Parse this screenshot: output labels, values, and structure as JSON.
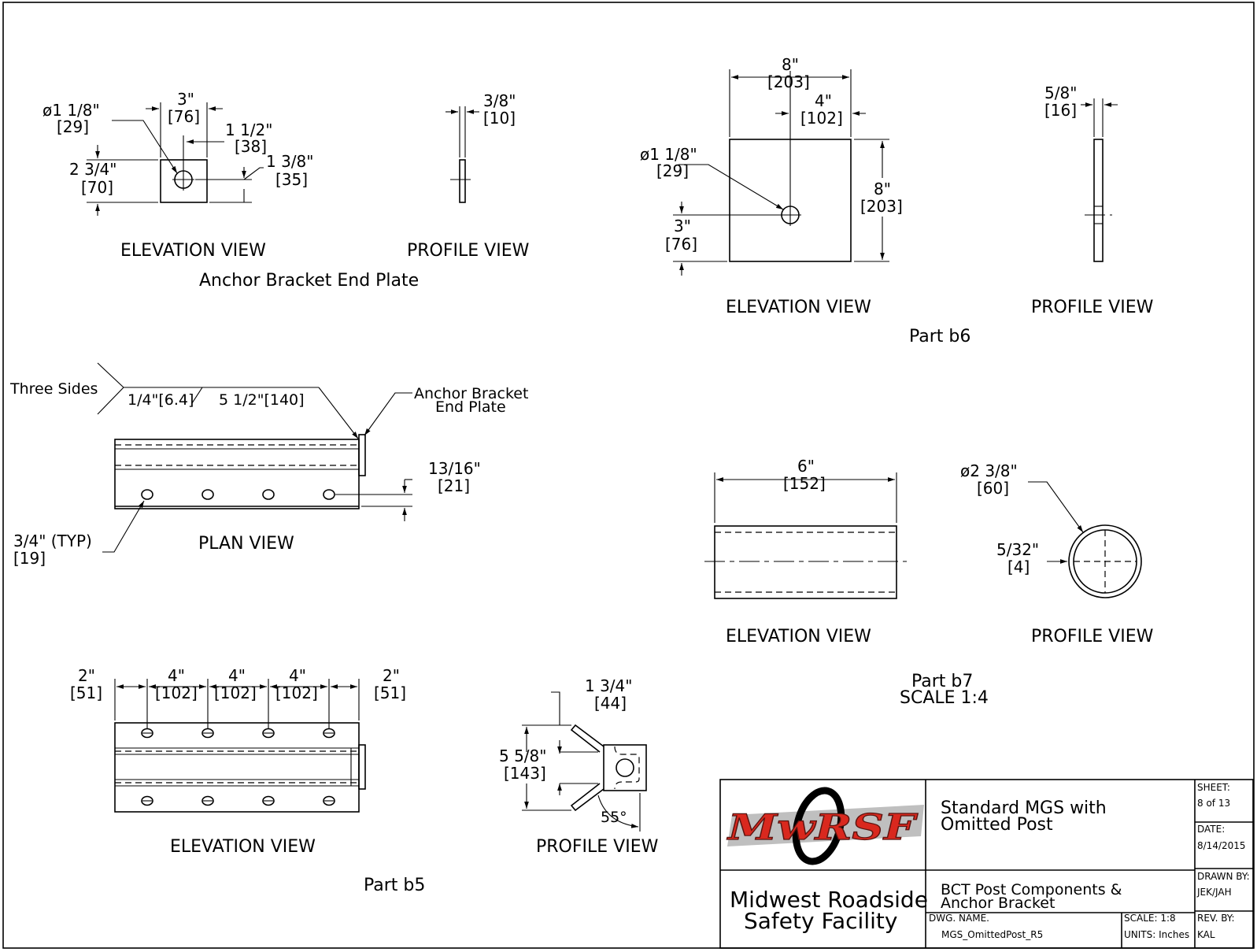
{
  "anchor_plate": {
    "elev_hole_dia": "ø1  1/8\"",
    "elev_hole_dia_mm": "[29]",
    "elev_width": "3\"",
    "elev_width_mm": "[76]",
    "elev_hole_x": "1  1/2\"",
    "elev_hole_x_mm": "[38]",
    "elev_height": "2  3/4\"",
    "elev_height_mm": "[70]",
    "elev_hole_y": "1  3/8\"",
    "elev_hole_y_mm": "[35]",
    "profile_thk": "3/8\"",
    "profile_thk_mm": "[10]",
    "elev_title": "ELEVATION  VIEW",
    "profile_title": "PROFILE  VIEW",
    "caption": "Anchor  Bracket  End  Plate"
  },
  "part_b6": {
    "width": "8\"",
    "width_mm": "[203]",
    "hole_x": "4\"",
    "hole_x_mm": "[102]",
    "hole_dia": "ø1  1/8\"",
    "hole_dia_mm": "[29]",
    "height": "8\"",
    "height_mm": "[203]",
    "hole_y": "3\"",
    "hole_y_mm": "[76]",
    "thk": "5/8\"",
    "thk_mm": "[16]",
    "elev_title": "ELEVATION  VIEW",
    "profile_title": "PROFILE  VIEW",
    "caption": "Part  b6"
  },
  "plan_view": {
    "weld_note": "Three  Sides",
    "weld_spec_1": "1/4\"[6.4]",
    "weld_spec_2": "5  1/2\"[140]",
    "leader_label_1": "Anchor  Bracket",
    "leader_label_2": "End  Plate",
    "hole_offset": "13/16\"",
    "hole_offset_mm": "[21]",
    "hole_size": "3/4\"  (TYP)",
    "hole_size_mm": "[19]",
    "title": "PLAN  VIEW"
  },
  "part_b7": {
    "length": "6\"",
    "length_mm": "[152]",
    "dia": "ø2  3/8\"",
    "dia_mm": "[60]",
    "wall": "5/32\"",
    "wall_mm": "[4]",
    "elev_title": "ELEVATION  VIEW",
    "profile_title": "PROFILE  VIEW",
    "caption": "Part  b7",
    "scale": "SCALE  1:4"
  },
  "part_b5": {
    "dims": [
      {
        "in": "2\"",
        "mm": "[51]"
      },
      {
        "in": "4\"",
        "mm": "[102]"
      },
      {
        "in": "4\"",
        "mm": "[102]"
      },
      {
        "in": "4\"",
        "mm": "[102]"
      },
      {
        "in": "2\"",
        "mm": "[51]"
      }
    ],
    "profile_width": "1  3/4\"",
    "profile_width_mm": "[44]",
    "profile_height": "5  5/8\"",
    "profile_height_mm": "[143]",
    "angle": "55°",
    "elev_title": "ELEVATION  VIEW",
    "profile_title": "PROFILE  VIEW",
    "caption": "Part  b5"
  },
  "title_block": {
    "logo_text": "MwRSF",
    "org_line1": "Midwest  Roadside",
    "org_line2": "Safety  Facility",
    "project_line1": "Standard  MGS  with",
    "project_line2": "Omitted  Post",
    "desc_line1": "BCT  Post  Components  &",
    "desc_line2": "Anchor  Bracket",
    "dwg_name_label": "DWG.  NAME.",
    "dwg_name": "MGS_OmittedPost_R5",
    "scale_label": "SCALE:  1:8",
    "units_label": "UNITS:  Inches",
    "sheet_label": "SHEET:",
    "sheet_value": "8  of  13",
    "date_label": "DATE:",
    "date_value": "8/14/2015",
    "drawn_label": "DRAWN  BY:",
    "drawn_value": "JEK/JAH",
    "rev_label": "REV.  BY:",
    "rev_value": "KAL"
  },
  "colors": {
    "line": "#000000",
    "logo_red": "#d9281e",
    "logo_gray": "#8a8a8a"
  }
}
